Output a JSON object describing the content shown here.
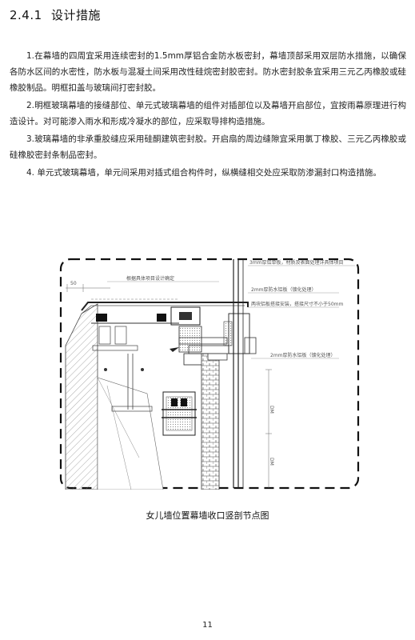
{
  "section": {
    "number": "2.4.1",
    "title": "设计措施"
  },
  "paragraphs": [
    "1.在幕墙的四周宜采用连续密封的1.5mm厚铝合金防水板密封，幕墙顶部采用双层防水措施，以确保各防水区间的水密性，防水板与混凝土间采用改性硅烷密封胶密封。防水密封胶条宜采用三元乙丙橡胶或硅橡胶制品。明框扣盖与玻璃间打密封胶。",
    "2.明框玻璃幕墙的接缝部位、单元式玻璃幕墙的组件对插部位以及幕墙开启部位，宜按雨幕原理进行构造设计。对可能渗入雨水和形成冷凝水的部位，应采取导排构造措施。",
    "3.玻璃幕墙的非承重胶缝应采用硅酮建筑密封胶。开启扇的周边缝隙宜采用氯丁橡胶、三元乙丙橡胶或硅橡胶密封条制品密封。",
    "4. 单元式玻璃幕墙，单元间采用对插式组合构件时，纵横缝相交处应采取防渗漏封口构造措施。"
  ],
  "drawing": {
    "labels": {
      "top_right": "3mm厚铝单板，材质及表面处理详具体项目",
      "design_note": "根据具体项目设计确定",
      "dim_50": "50",
      "flashing_1": "2mm厚防水铝板（镀化处理）",
      "flashing_1_note": "两块铝板搭接安装，搭接尺寸不小于50mm",
      "flashing_2": "2mm厚防水铝板（镀化处理）",
      "dim_1": "DM",
      "dim_2": "DM"
    }
  },
  "caption": "女儿墙位置幕墙收口竖剖节点图",
  "page_number": "11"
}
